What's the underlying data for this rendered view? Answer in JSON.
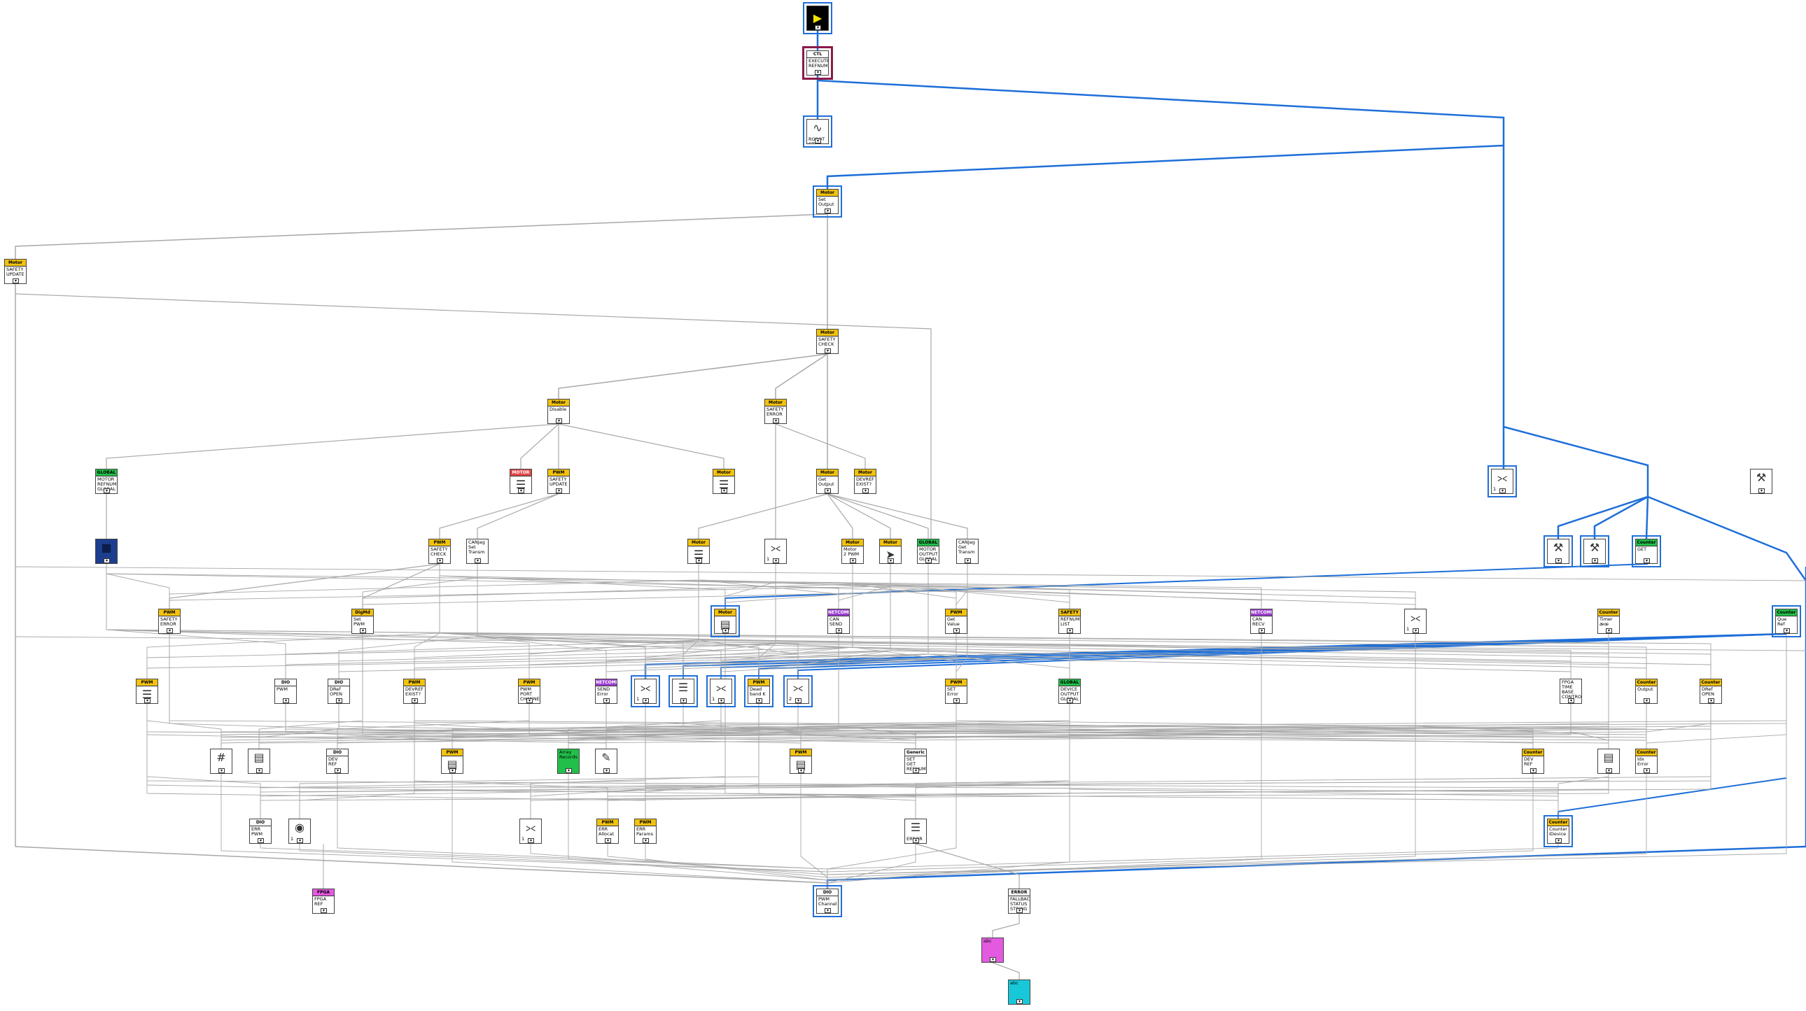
{
  "colors": {
    "wire_gray": "#a8a8a8",
    "wire_blue": "#1e6fd9",
    "band_yellow": "#f2c20f",
    "band_green": "#22c04a",
    "band_purple": "#9c3fd1",
    "band_magenta": "#e35ae0",
    "band_red": "#e24848",
    "band_cyan": "#18c8d8"
  },
  "nodes": [
    {
      "key": "top_vi",
      "band": "",
      "text": "",
      "color": "#000000",
      "icon": "run-arrow-icon"
    },
    {
      "key": "ctl_ref",
      "band": "CTL",
      "text": "EXECUTE\nREFNUM",
      "color": "#ffffff",
      "icon": ""
    },
    {
      "key": "ctl_graph",
      "band": "",
      "text": "ROBOT\nCTL",
      "color": "#ffffff",
      "icon": "graph-icon"
    },
    {
      "key": "motor_set_output",
      "band": "Motor",
      "text": "Set\nOutput",
      "color": "#f2c20f",
      "icon": ""
    },
    {
      "key": "motor_safety_update",
      "band": "Motor",
      "text": "SAFETY\nUPDATE",
      "color": "#f2c20f",
      "icon": ""
    },
    {
      "key": "motor_safety_check",
      "band": "Motor",
      "text": "SAFETY\nCHECK",
      "color": "#f2c20f",
      "icon": ""
    },
    {
      "key": "motor_disable",
      "band": "Motor",
      "text": "Disable",
      "color": "#f2c20f",
      "icon": ""
    },
    {
      "key": "motor_safety_error",
      "band": "Motor",
      "text": "SAFETY\nERROR",
      "color": "#f2c20f",
      "icon": ""
    },
    {
      "key": "global_motor_refnum",
      "band": "GLOBAL",
      "text": "MOTOR\nREFNUM\nGLOBAL",
      "color": "#22c04a",
      "icon": ""
    },
    {
      "key": "motor_red",
      "band": "MOTOR",
      "text": "",
      "color": "#e24848",
      "icon": "doc-icon"
    },
    {
      "key": "pwm_safety_update",
      "band": "PWM",
      "text": "SAFETY\nUPDATE",
      "color": "#f2c20f",
      "icon": ""
    },
    {
      "key": "motor_doc",
      "band": "Motor",
      "text": "",
      "color": "#f2c20f",
      "icon": "doc-icon"
    },
    {
      "key": "motor_get_output",
      "band": "Motor",
      "text": "Get\nOutput",
      "color": "#f2c20f",
      "icon": ""
    },
    {
      "key": "motor_devref_exist",
      "band": "Motor",
      "text": "DEVREF\nEXIST?",
      "color": "#f2c20f",
      "icon": ""
    },
    {
      "key": "cube",
      "band": "",
      "text": "",
      "color": "#1d3d8f",
      "icon": "cube-icon"
    },
    {
      "key": "pwm_safety_check",
      "band": "PWM",
      "text": "SAFETY\nCHECK",
      "color": "#f2c20f",
      "icon": ""
    },
    {
      "key": "canjag_set",
      "band": "",
      "text": "CANJag\nSet\nTransm",
      "color": "#ffffff",
      "icon": ""
    },
    {
      "key": "motor_doc2",
      "band": "Motor",
      "text": "",
      "color": "#f2c20f",
      "icon": "doc-icon"
    },
    {
      "key": "index_1a",
      "band": "",
      "text": "1",
      "color": "#ffffff",
      "icon": "index-icon"
    },
    {
      "key": "motor_2pwm",
      "band": "Motor",
      "text": "Motor\n2 PWM",
      "color": "#f2c20f",
      "icon": ""
    },
    {
      "key": "motor_arrow",
      "band": "Motor",
      "text": "",
      "color": "#f2c20f",
      "icon": "arrow-icon"
    },
    {
      "key": "global_motor_output",
      "band": "GLOBAL",
      "text": "MOTOR\nOUTPUT\nGLOBAL",
      "color": "#22c04a",
      "icon": ""
    },
    {
      "key": "canjag_get",
      "band": "",
      "text": "CANJag\nGet\nTransm",
      "color": "#ffffff",
      "icon": ""
    },
    {
      "key": "pwm_safety_error",
      "band": "PWM",
      "text": "SAFETY\nERROR",
      "color": "#f2c20f",
      "icon": ""
    },
    {
      "key": "dig_set_pwm",
      "band": "DigMd",
      "text": "Set\nPWM",
      "color": "#f2c20f",
      "icon": ""
    },
    {
      "key": "motor_blue",
      "band": "Motor",
      "text": "",
      "color": "#f2c20f",
      "icon": "bundle-icon"
    },
    {
      "key": "netcomm_can_send",
      "band": "NETCOMM",
      "text": "CAN\nSEND",
      "color": "#9c3fd1",
      "icon": ""
    },
    {
      "key": "pwm_get_value",
      "band": "PWM",
      "text": "Get\nValue",
      "color": "#f2c20f",
      "icon": ""
    },
    {
      "key": "safety_refnum_list",
      "band": "SAFETY",
      "text": "REFNUM\nLIST",
      "color": "#f2c20f",
      "icon": ""
    },
    {
      "key": "netcomm_can_recv",
      "band": "NETCOMM",
      "text": "CAN\nRECV",
      "color": "#9c3fd1",
      "icon": ""
    },
    {
      "key": "index_1b",
      "band": "",
      "text": "1",
      "color": "#ffffff",
      "icon": "index-icon"
    },
    {
      "key": "pwm_doc",
      "band": "PWM",
      "text": "",
      "color": "#f2c20f",
      "icon": "doc-icon"
    },
    {
      "key": "dio_pwm",
      "band": "DIO",
      "text": "PWM",
      "color": "#ffffff",
      "icon": ""
    },
    {
      "key": "dio_refnum_open",
      "band": "DIO",
      "text": "DRef\nOPEN",
      "color": "#ffffff",
      "icon": ""
    },
    {
      "key": "pwm_devref_exist",
      "band": "PWM",
      "text": "DEVREF\nEXIST?",
      "color": "#f2c20f",
      "icon": ""
    },
    {
      "key": "pwm_pwm_channel",
      "band": "PWM",
      "text": "PWM\nPORT\nCHANNEL",
      "color": "#f2c20f",
      "icon": ""
    },
    {
      "key": "netcomm_send_error",
      "band": "NETCOMM",
      "text": "SEND\nError",
      "color": "#9c3fd1",
      "icon": ""
    },
    {
      "key": "idx_b1",
      "band": "",
      "text": "1",
      "color": "#ffffff",
      "icon": "index-icon"
    },
    {
      "key": "idx_b2",
      "band": "",
      "text": "",
      "color": "#ffffff",
      "icon": "doc-icon"
    },
    {
      "key": "idx_b3",
      "band": "",
      "text": "1",
      "color": "#ffffff",
      "icon": "index-icon"
    },
    {
      "key": "deadband",
      "band": "PWM",
      "text": "Dead\nband K",
      "color": "#f2c20f",
      "icon": ""
    },
    {
      "key": "idx_b5",
      "band": "",
      "text": "2",
      "color": "#ffffff",
      "icon": "index-icon"
    },
    {
      "key": "pwm_set_error",
      "band": "PWM",
      "text": "SET\nError",
      "color": "#f2c20f",
      "icon": ""
    },
    {
      "key": "global_device_output",
      "band": "GLOBAL",
      "text": "DEVICE\nOUTPUT\nGLOBAL",
      "color": "#22c04a",
      "icon": ""
    },
    {
      "key": "counter_timer",
      "band": "Counter",
      "text": "Timer\næœ",
      "color": "#f2c20f",
      "icon": ""
    },
    {
      "key": "fpga_time_base",
      "band": "",
      "text": "FPGA\nTIME\nBASE\nCONTROL",
      "color": "#ffffff",
      "icon": ""
    },
    {
      "key": "counter_output",
      "band": "Counter",
      "text": "Output",
      "color": "#f2c20f",
      "icon": ""
    },
    {
      "key": "counter_refnum_open",
      "band": "Counter",
      "text": "DRef\nOPEN",
      "color": "#f2c20f",
      "icon": ""
    },
    {
      "key": "counter_get",
      "band": "Counter",
      "text": "GET",
      "color": "#22c04a",
      "icon": ""
    },
    {
      "key": "counter_que_ref",
      "band": "Counter",
      "text": "Que\nRef",
      "color": "#22c04a",
      "icon": ""
    },
    {
      "key": "idx_r1",
      "band": "",
      "text": "1",
      "color": "#ffffff",
      "icon": "index-icon"
    },
    {
      "key": "ref_gray_a",
      "band": "",
      "text": "",
      "color": "#ffffff",
      "icon": "hammer-icon"
    },
    {
      "key": "ref_gray_b",
      "band": "",
      "text": "",
      "color": "#ffffff",
      "icon": "hammer-icon"
    },
    {
      "key": "ref_gray_c",
      "band": "",
      "text": "",
      "color": "#ffffff",
      "icon": "hammer-icon"
    },
    {
      "key": "num_icon",
      "band": "",
      "text": "",
      "color": "#ffffff",
      "icon": "number-icon"
    },
    {
      "key": "green_box",
      "band": "",
      "text": "",
      "color": "#ffffff",
      "icon": "bundle-icon"
    },
    {
      "key": "dio_dev_ref",
      "band": "DIO",
      "text": "DEV\nREF",
      "color": "#ffffff",
      "icon": ""
    },
    {
      "key": "pwm_mid",
      "band": "PWM",
      "text": "",
      "color": "#f2c20f",
      "icon": "bundle-icon"
    },
    {
      "key": "green_block",
      "band": "",
      "text": "Array\nRecords",
      "color": "#22c04a",
      "icon": ""
    },
    {
      "key": "pencil_icon",
      "band": "",
      "text": "",
      "color": "#ffffff",
      "icon": "pencil-icon"
    },
    {
      "key": "pwm_bundle",
      "band": "PWM",
      "text": "",
      "color": "#f2c20f",
      "icon": "bundle-icon"
    },
    {
      "key": "generic_set_get",
      "band": "Generic",
      "text": "SET\nGET\nREFNUM",
      "color": "#ffffff",
      "icon": ""
    },
    {
      "key": "counter_dev_ref",
      "band": "Counter",
      "text": "DEV\nREF",
      "color": "#f2c20f",
      "icon": ""
    },
    {
      "key": "counter_bundle",
      "band": "",
      "text": "",
      "color": "#ffffff",
      "icon": "bundle-icon"
    },
    {
      "key": "counter_idx_error",
      "band": "Counter",
      "text": "Idx\nError",
      "color": "#f2c20f",
      "icon": ""
    },
    {
      "key": "dio_err_pwm",
      "band": "DIO",
      "text": "ERR\nPWM",
      "color": "#ffffff",
      "icon": ""
    },
    {
      "key": "globe_icon",
      "band": "",
      "text": "1",
      "color": "#ffffff",
      "icon": "globe-icon"
    },
    {
      "key": "index_l",
      "band": "",
      "text": "1",
      "color": "#ffffff",
      "icon": "index-icon"
    },
    {
      "key": "pwm_err_allocate",
      "band": "PWM",
      "text": "ERR\nAllocat",
      "color": "#f2c20f",
      "icon": ""
    },
    {
      "key": "pwm_err_params",
      "band": "PWM",
      "text": "ERR\nParams",
      "color": "#f2c20f",
      "icon": ""
    },
    {
      "key": "error_node",
      "band": "",
      "text": "ERROR",
      "color": "#ffffff",
      "icon": "doc-icon"
    },
    {
      "key": "counter_bottom",
      "band": "Counter",
      "text": "Counter\nIDevice",
      "color": "#f2c20f",
      "icon": ""
    },
    {
      "key": "fpga_ref",
      "band": "FPGA",
      "text": "FPGA\nREF",
      "color": "#e35ae0",
      "icon": ""
    },
    {
      "key": "dio_pwm_channel",
      "band": "DIO",
      "text": "PWM\nChannel",
      "color": "#ffffff",
      "icon": ""
    },
    {
      "key": "error_handler",
      "band": "ERROR",
      "text": "FALLBACK\nSTATUS\nSTRING",
      "color": "#ffffff",
      "icon": ""
    },
    {
      "key": "string_node",
      "band": "",
      "text": "abc",
      "color": "#e35ae0",
      "icon": ""
    },
    {
      "key": "string_out",
      "band": "",
      "text": "abc",
      "color": "#18c8d8",
      "icon": ""
    }
  ]
}
